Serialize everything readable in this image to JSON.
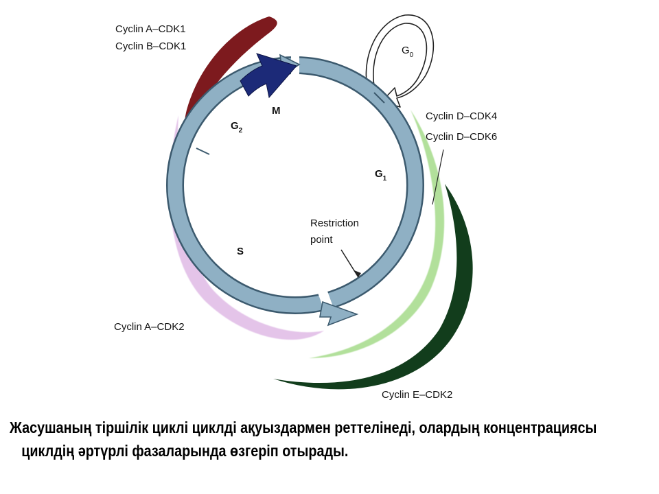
{
  "labels": {
    "cyclin_a_cdk1": "Cyclin A–CDK1",
    "cyclin_b_cdk1": "Cyclin B–CDK1",
    "cyclin_d_cdk4": "Cyclin D–CDK4",
    "cyclin_d_cdk6": "Cyclin D–CDK6",
    "cyclin_a_cdk2": "Cyclin A–CDK2",
    "cyclin_e_cdk2": "Cyclin E–CDK2",
    "restriction_point_1": "Restriction",
    "restriction_point_2": "point",
    "phase_g0": "G",
    "phase_g0_sub": "0",
    "phase_m": "M",
    "phase_g2": "G",
    "phase_g2_sub": "2",
    "phase_g1": "G",
    "phase_g1_sub": "1",
    "phase_s": "S"
  },
  "caption": {
    "line1": "Жасушаның тіршілік циклі циклді ақуыздармен реттелінеді, олардың концентрациясы",
    "line2": "циклдің әртүрлі фазаларында өзгеріп отырады."
  },
  "colors": {
    "ring": "#8fb0c4",
    "ring_edge": "#3c5a6e",
    "m_phase": "#1c2a78",
    "cyclin_ab_cdk1": "#7d1a1e",
    "cyclin_d": "#b2e09b",
    "cyclin_a_cdk2": "#e4c4e9",
    "cyclin_e_cdk2": "#123d1c"
  }
}
